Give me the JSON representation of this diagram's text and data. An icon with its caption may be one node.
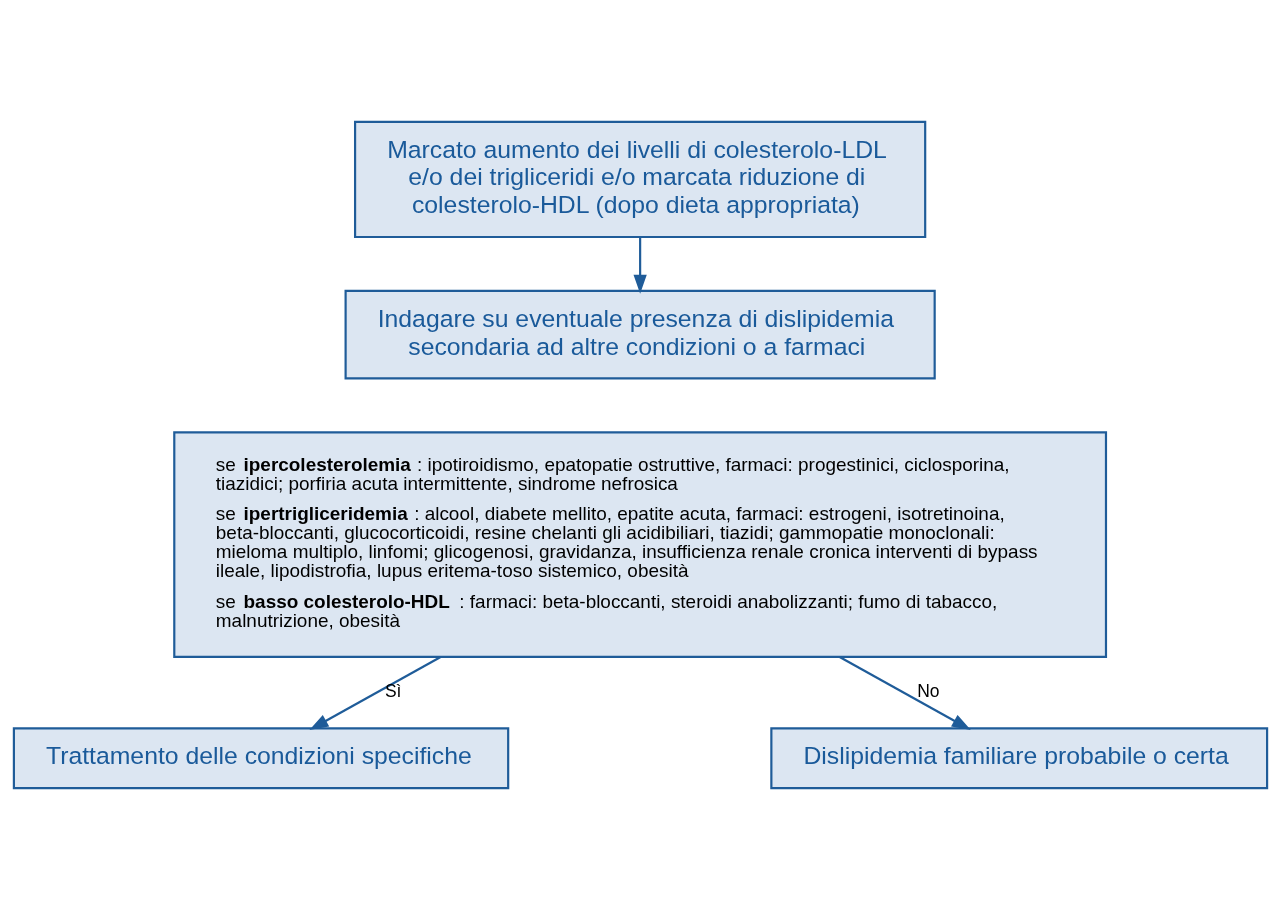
{
  "diagram": {
    "nodes": [
      {
        "text": [
          "Marcato aumento dei livelli di colesterolo-LDL e/o dei trigliceridi e/o marcata riduzione di colesterolo-HDL (dopo dieta appropriata)"
        ]
      },
      {
        "text": [
          "Indagare su eventuale presenza di dislipidemia secondaria ad altre condizioni o a farmaci"
        ]
      },
      {
        "text": [
          "se **ipercolesterolemia**: ipotiroidismo, epatopatie ostruttive, farmaci: progestinici, ciclosporina, tiazidici; porfiria acuta intermittente, sindrome nefrosica",
          "se **ipertrigliceridemia**: alcool, diabete mellito, epatite acuta, farmaci: estrogeni, isotretinoina, beta-bloccanti, glucocorticoidi, resine chelanti gli acidibiliari, tiazidi; gammopatie monoclonali: mieloma multiplo, linfomi; glicogenosi, gravidanza, insufficienza renale cronica interventi di bypass ileale, lipodistrofia, lupus eritema-toso sistemico, obesità",
          "se **basso colesterolo-HDL**: farmaci: beta-bloccanti, steroidi anabolizzanti; fumo di tabacco, malnutrizione, obesità"
        ]
      },
      {
        "text": [
          "Trattamento delle condizioni specifiche"
        ]
      },
      {
        "text": [
          "Dislipidemia familiare probabile o certa"
        ]
      }
    ],
    "edges": [
      {
        "from": 0,
        "to": 1,
        "arrow": "to"
      },
      {
        "from": 2,
        "to": 3,
        "arrow": "to",
        "label": "Sì"
      },
      {
        "from": 2,
        "to": 4,
        "arrow": "to",
        "label": "No"
      }
    ]
  }
}
